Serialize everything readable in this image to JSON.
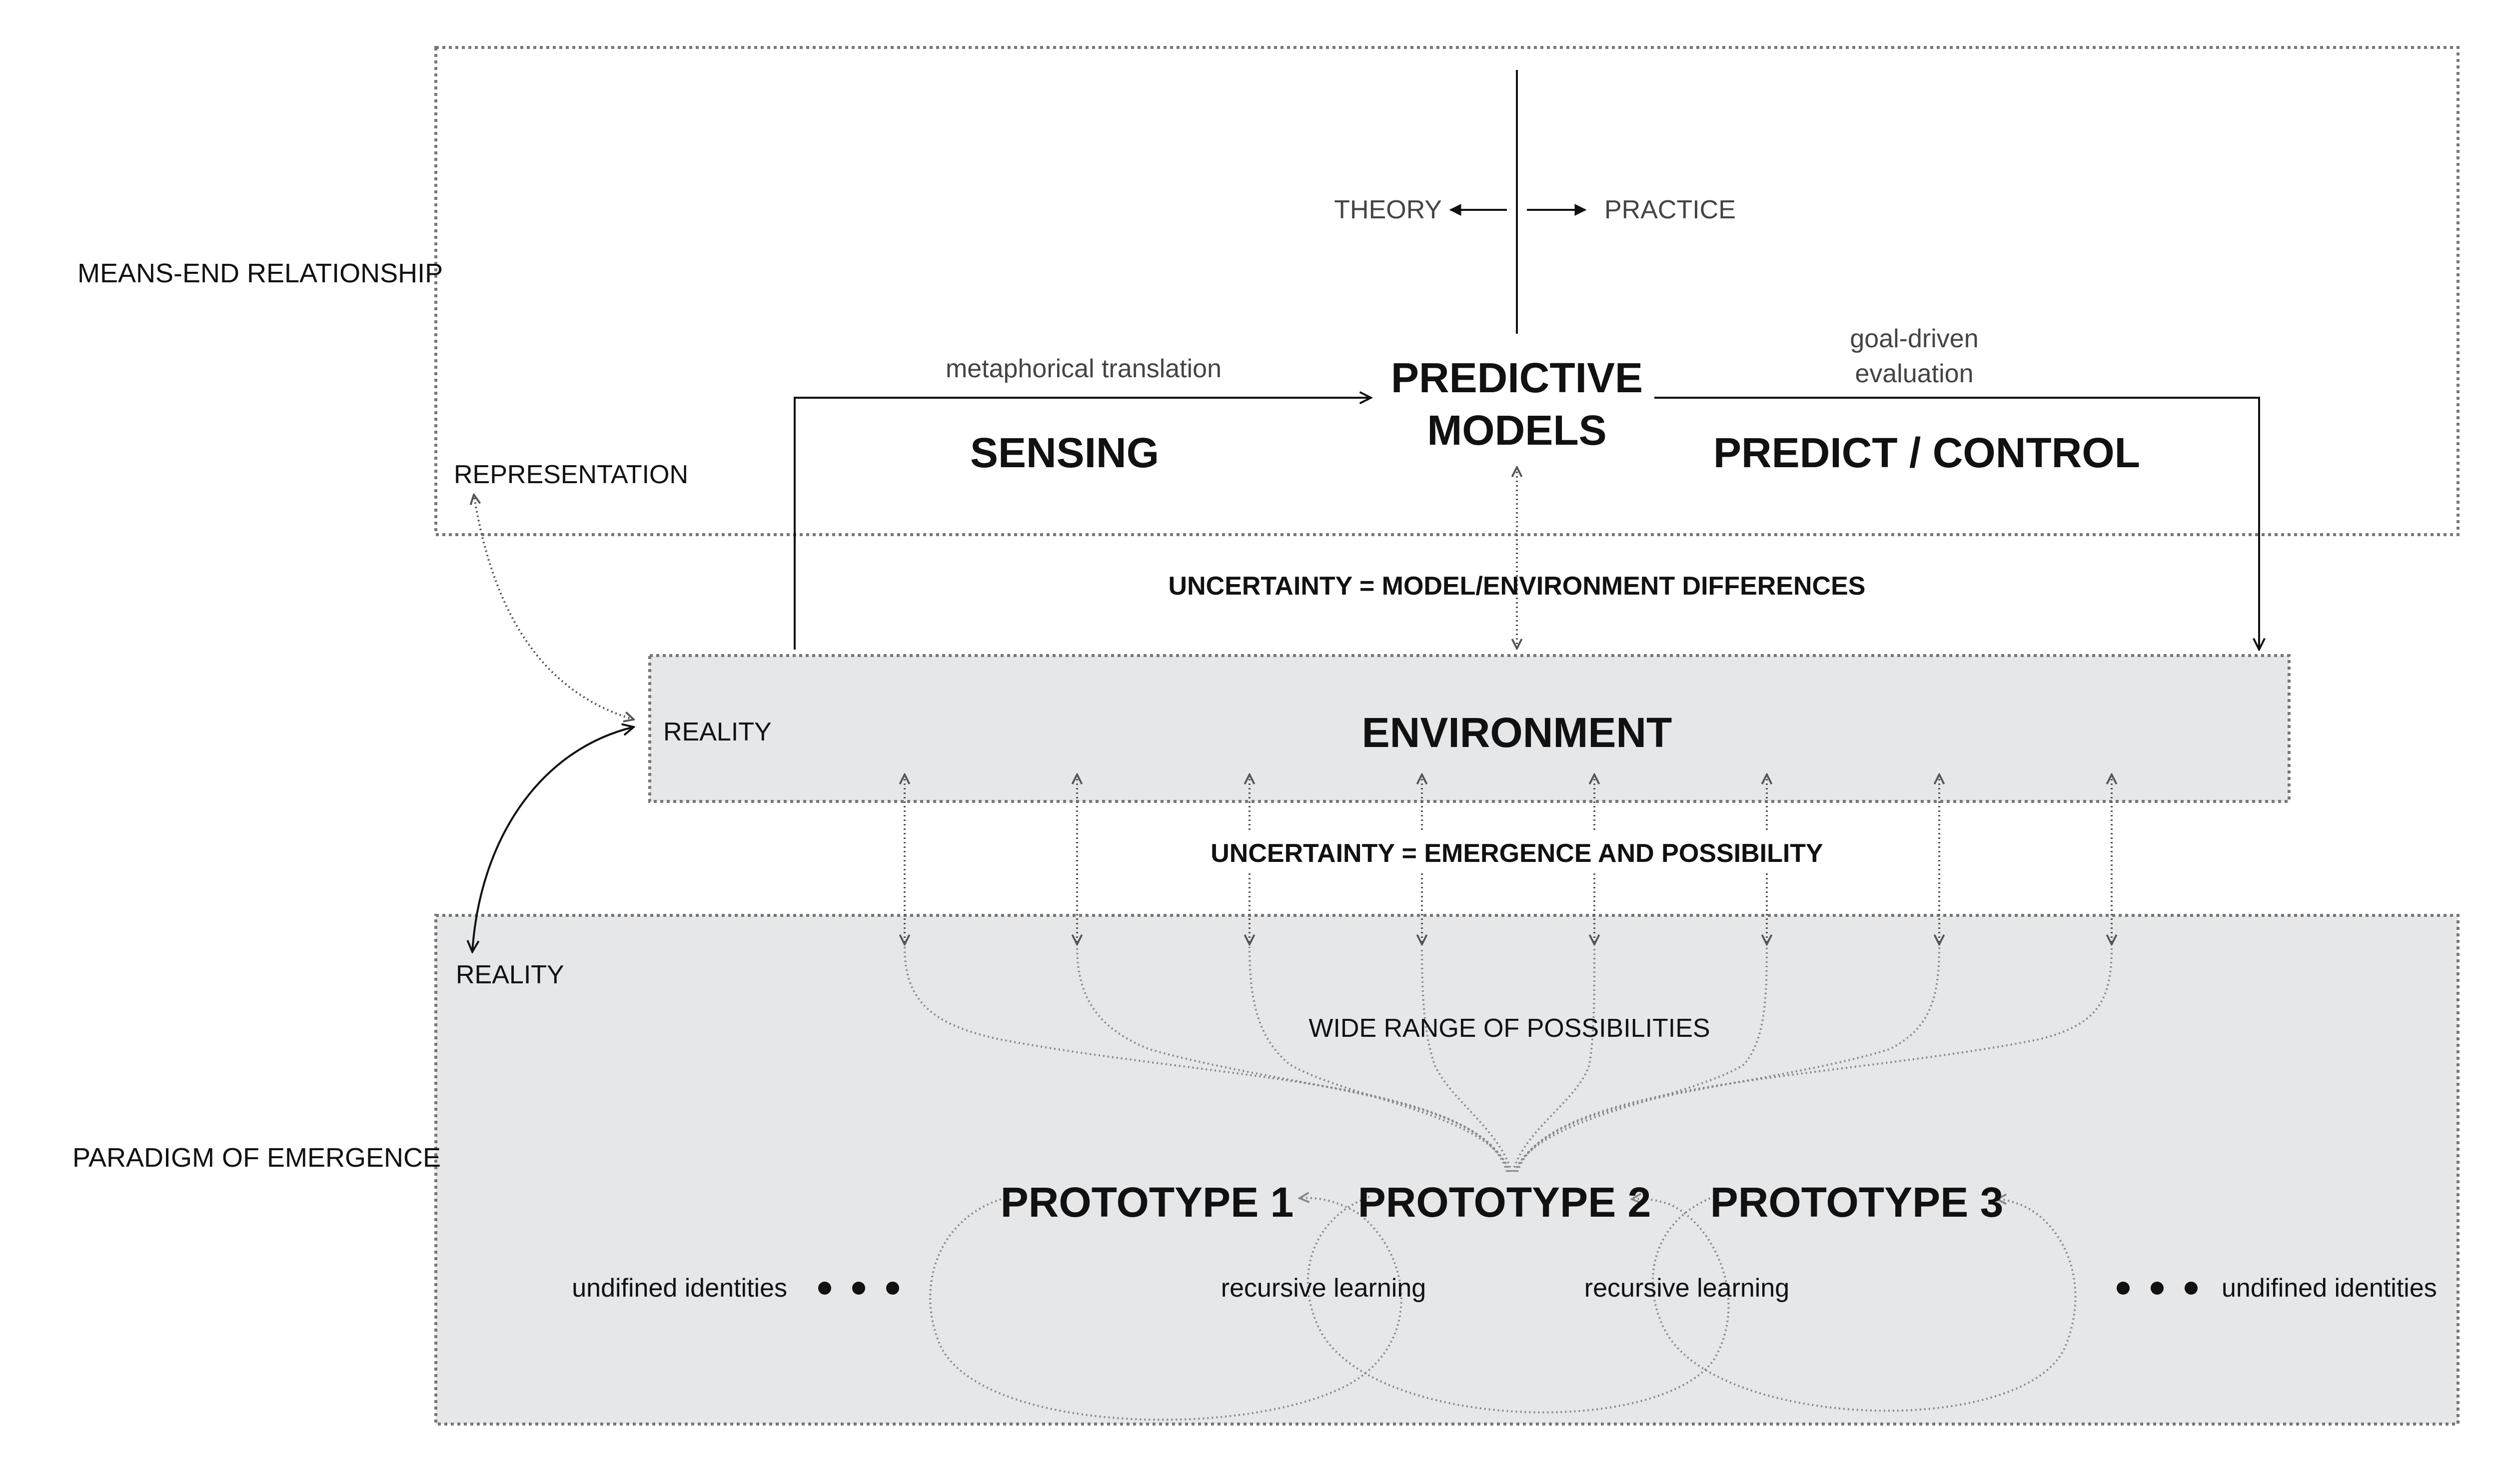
{
  "sections": {
    "means_end": "MEANS-END RELATIONSHIP",
    "emergence": "PARADIGM OF EMERGENCE"
  },
  "top": {
    "theory": "THEORY",
    "practice": "PRACTICE",
    "predictive_line1": "PREDICTIVE",
    "predictive_line2": "MODELS",
    "metaphorical": "metaphorical translation",
    "goal_line1": "goal-driven",
    "goal_line2": "evaluation",
    "sensing": "SENSING",
    "predict_control": "PREDICT / CONTROL",
    "representation": "REPRESENTATION"
  },
  "uncertainty_model": "UNCERTAINTY = MODEL/ENVIRONMENT DIFFERENCES",
  "environment": {
    "reality": "REALITY",
    "title": "ENVIRONMENT"
  },
  "uncertainty_emergence": "UNCERTAINTY = EMERGENCE AND POSSIBILITY",
  "bottom": {
    "reality": "REALITY",
    "wide_range": "WIDE RANGE OF POSSIBILITIES",
    "prototypes": [
      "PROTOTYPE 1",
      "PROTOTYPE 2",
      "PROTOTYPE 3"
    ],
    "undefined_left": "undifined identities",
    "undefined_right": "undifined identities",
    "recursive_left": "recursive learning",
    "recursive_right": "recursive learning"
  }
}
